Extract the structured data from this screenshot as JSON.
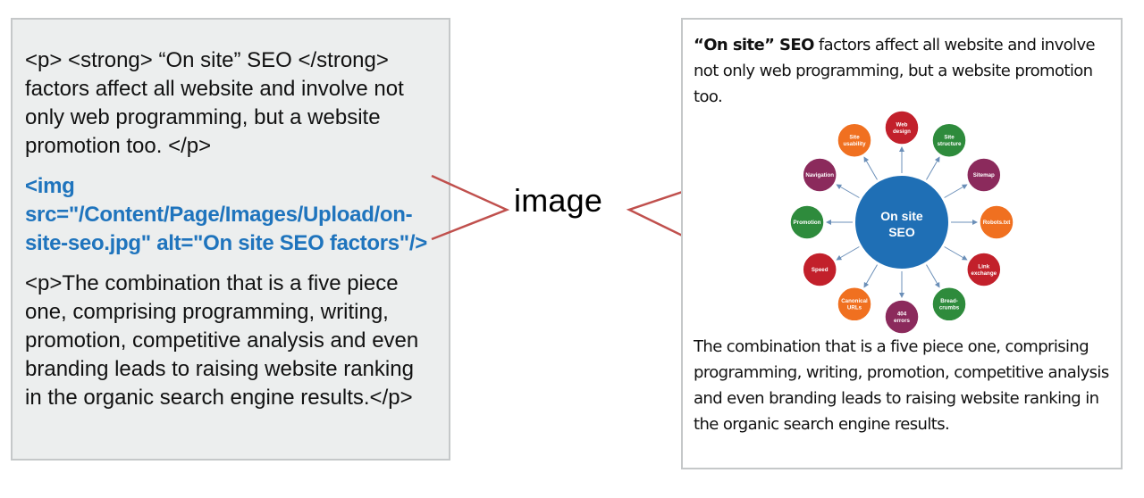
{
  "source_code": {
    "paragraph_1": "<p> <strong> “On site” SEO </strong> factors affect all website and involve not only web programming, but a website promotion too. </p>",
    "img_tag": "<img src=\"/Content/Page/Images/Upload/on-site-seo.jpg\" alt=\"On site SEO factors\"/>",
    "paragraph_2": "<p>The combination that is a five piece one, comprising programming, writing, promotion, competitive analysis and even branding leads to raising website ranking in the organic search engine results.</p>"
  },
  "connector_label": "image",
  "rendered_page": {
    "paragraph_1_strong": "“On site” SEO",
    "paragraph_1_rest": " factors affect all website and involve not only web programming, but a website promotion too.",
    "paragraph_2": "The combination that is a five piece one, comprising programming, writing, promotion, competitive analysis and even branding leads to raising website ranking in the organic search engine results."
  },
  "seo_diagram": {
    "center_label_1": "On site",
    "center_label_2": "SEO",
    "center_color": "#1f6fb5",
    "nodes": [
      {
        "lines": [
          "Web",
          "design"
        ],
        "color": "#c2202b"
      },
      {
        "lines": [
          "Site",
          "structure"
        ],
        "color": "#2e8b3c"
      },
      {
        "lines": [
          "Sitemap"
        ],
        "color": "#8b2a5c"
      },
      {
        "lines": [
          "Robots.txt"
        ],
        "color": "#f07020"
      },
      {
        "lines": [
          "Link",
          "exchange"
        ],
        "color": "#c2202b"
      },
      {
        "lines": [
          "Bread-",
          "crumbs"
        ],
        "color": "#2e8b3c"
      },
      {
        "lines": [
          "404",
          "errors"
        ],
        "color": "#8b2a5c"
      },
      {
        "lines": [
          "Canonical",
          "URLs"
        ],
        "color": "#f07020"
      },
      {
        "lines": [
          "Speed"
        ],
        "color": "#c2202b"
      },
      {
        "lines": [
          "Promotion"
        ],
        "color": "#2e8b3c"
      },
      {
        "lines": [
          "Navigation"
        ],
        "color": "#8b2a5c"
      },
      {
        "lines": [
          "Site",
          "usability"
        ],
        "color": "#f07020"
      }
    ]
  },
  "colors": {
    "code_highlight": "#1f74bd",
    "connector_lines": "#c0504d",
    "code_box_bg": "#eceeee"
  }
}
